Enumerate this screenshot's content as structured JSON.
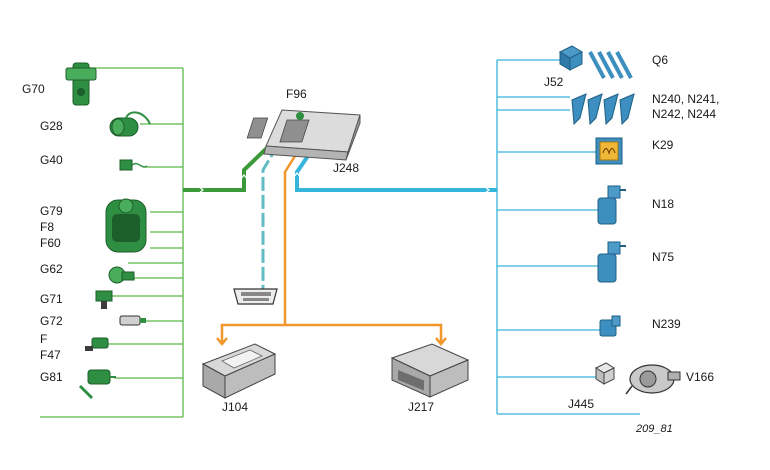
{
  "colors": {
    "sensor_wire": "#5cb848",
    "sensor_bus": "#3a9a3a",
    "actuator_wire": "#35b4dc",
    "diag_wire": "#62bcc4",
    "can_wire": "#f0962a",
    "component_green": "#2e8f42",
    "component_blue": "#3d8fc0",
    "housing_grey": "#c9c9c9"
  },
  "sensors": [
    {
      "id": "g70",
      "label": "G70"
    },
    {
      "id": "g28",
      "label": "G28"
    },
    {
      "id": "g40",
      "label": "G40"
    },
    {
      "id": "g79",
      "label": "G79"
    },
    {
      "id": "f8",
      "label": "F8"
    },
    {
      "id": "f60",
      "label": "F60"
    },
    {
      "id": "g62",
      "label": "G62"
    },
    {
      "id": "g71",
      "label": "G71"
    },
    {
      "id": "g72",
      "label": "G72"
    },
    {
      "id": "f",
      "label": "F"
    },
    {
      "id": "f47",
      "label": "F47"
    },
    {
      "id": "g81",
      "label": "G81"
    }
  ],
  "ecu": {
    "fuse_label": "F96",
    "label": "J248"
  },
  "bus_units": [
    {
      "id": "j104",
      "label": "J104"
    },
    {
      "id": "j217",
      "label": "J217"
    }
  ],
  "actuators": [
    {
      "id": "j52",
      "label": "J52"
    },
    {
      "id": "q6",
      "label": "Q6"
    },
    {
      "id": "n240",
      "label": "N240, N241,"
    },
    {
      "id": "n242",
      "label": "N242, N244"
    },
    {
      "id": "k29",
      "label": "K29"
    },
    {
      "id": "n18",
      "label": "N18"
    },
    {
      "id": "n75",
      "label": "N75"
    },
    {
      "id": "n239",
      "label": "N239"
    },
    {
      "id": "j445",
      "label": "J445"
    },
    {
      "id": "v166",
      "label": "V166"
    }
  ],
  "figure_number": "209_81"
}
